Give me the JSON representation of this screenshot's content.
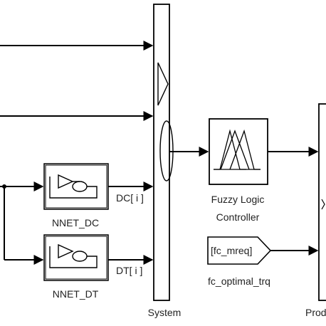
{
  "diagram": {
    "blocks": {
      "nnet_dc": {
        "label": "NNET_DC",
        "port_label": "DC[ i ]"
      },
      "nnet_dt": {
        "label": "NNET_DT",
        "port_label": "DT[ i ]"
      },
      "system": {
        "label": "System"
      },
      "fuzzy": {
        "label_line1": "Fuzzy Logic",
        "label_line2": "Controller"
      },
      "goto": {
        "tag": "[fc_mreq]",
        "label": "fc_optimal_trq"
      },
      "product": {
        "label": "Prod"
      }
    },
    "colors": {
      "line": "#000000",
      "block_fill": "#ffffff",
      "text": "#222222"
    }
  }
}
